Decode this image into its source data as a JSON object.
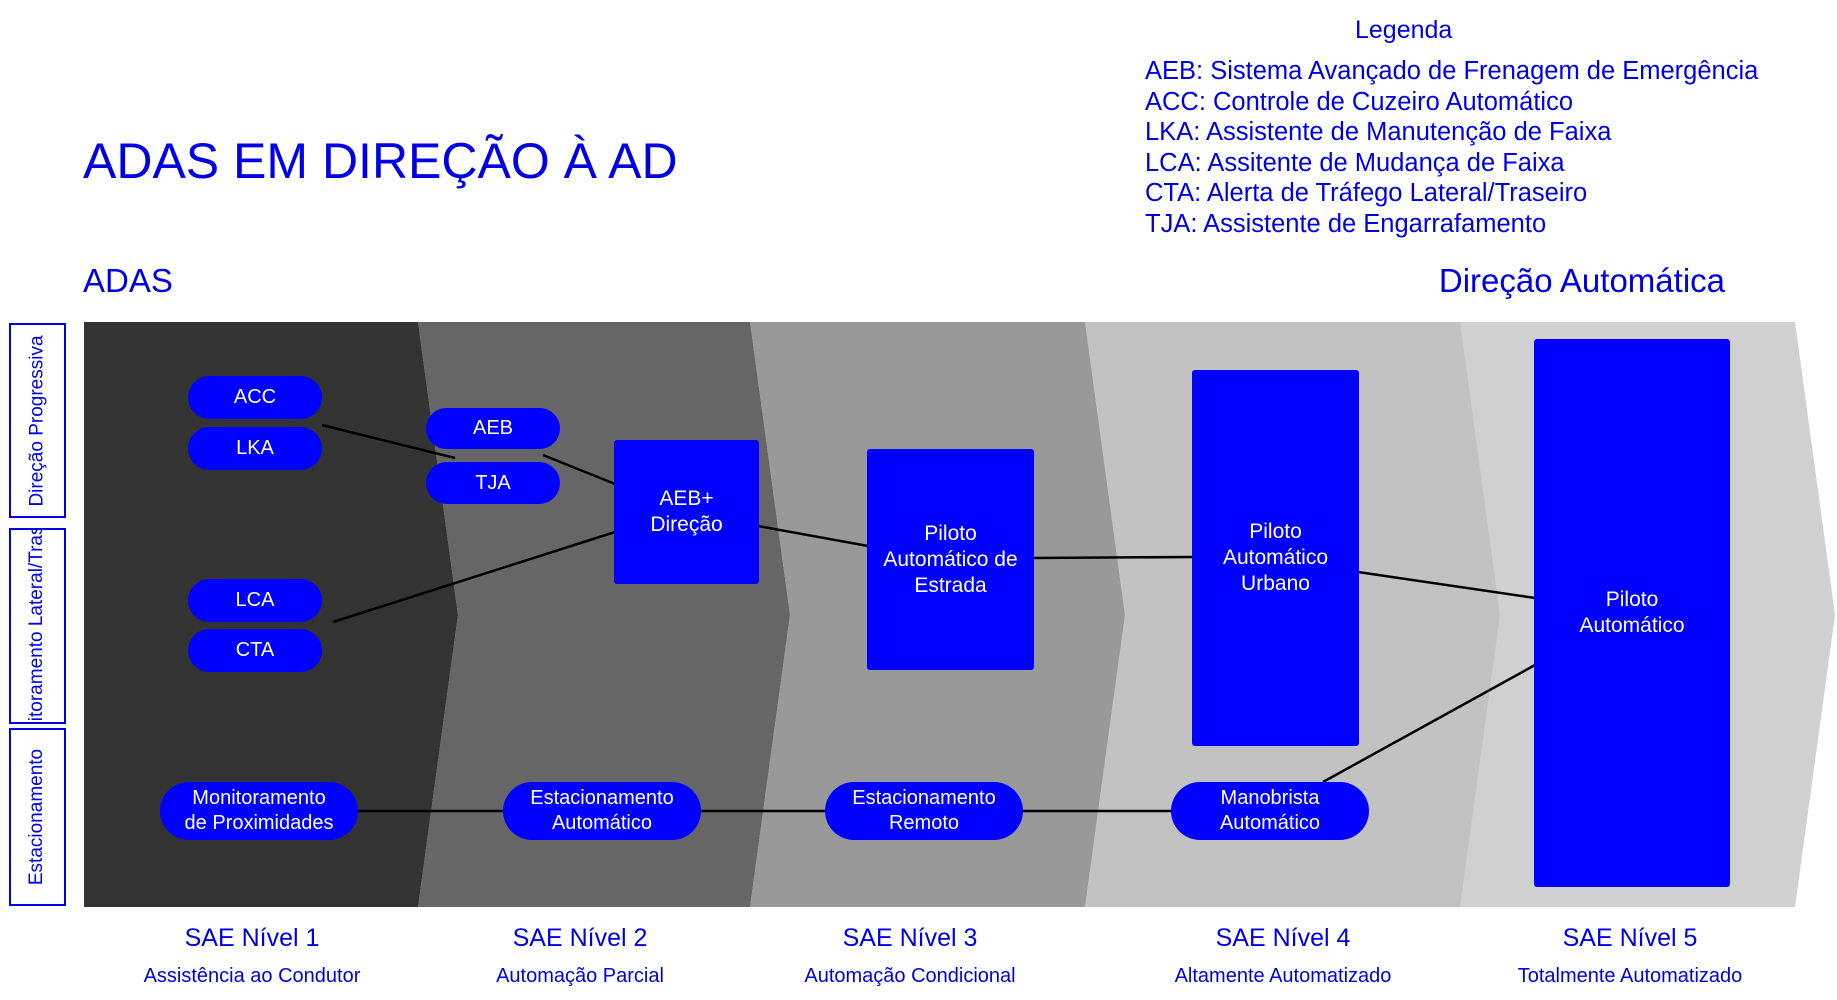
{
  "title": "ADAS EM DIREÇÃO À AD",
  "legend": {
    "title": "Legenda",
    "items": [
      "AEB: Sistema Avançado de Frenagem de Emergência",
      "ACC: Controle de Cuzeiro Automático",
      "LKA: Assistente de Manutenção de Faixa",
      "LCA: Assitente de Mudança de Faixa",
      "CTA: Alerta de Tráfego Lateral/Traseiro",
      "TJA: Assistente de Engarrafamento"
    ]
  },
  "ends": {
    "left": "ADAS",
    "right": "Direção Automática"
  },
  "rows": [
    "Direção Progressiva",
    "Monitoramento\nLateral/Traseiro",
    "Estacionamento"
  ],
  "colors": {
    "accent": "#0000e6",
    "node_fill": "#0000ff",
    "stage_fills": [
      "#333333",
      "#666666",
      "#999999",
      "#c2c2c2",
      "#d0d0d0"
    ]
  },
  "nodes": {
    "acc": "ACC",
    "lka": "LKA",
    "lca": "LCA",
    "cta": "CTA",
    "aeb": "AEB",
    "tja": "TJA",
    "aeb_direcao": "AEB+\nDireção",
    "piloto_estrada": "Piloto\nAutomático de\nEstrada",
    "piloto_urbano": "Piloto\nAutomático\nUrbano",
    "piloto_automatico": "Piloto\nAutomático",
    "monitoramento_proximidades": "Monitoramento\nde Proximidades",
    "estacionamento_automatico": "Estacionamento\nAutomático",
    "estacionamento_remoto": "Estacionamento\nRemoto",
    "manobrista_automatico": "Manobrista\nAutomático"
  },
  "levels": [
    {
      "name": "SAE Nível 1",
      "desc": "Assistência ao Condutor"
    },
    {
      "name": "SAE Nível 2",
      "desc": "Automação Parcial"
    },
    {
      "name": "SAE Nível 3",
      "desc": "Automação Condicional"
    },
    {
      "name": "SAE Nível 4",
      "desc": "Altamente Automatizado"
    },
    {
      "name": "SAE Nível 5",
      "desc": "Totalmente Automatizado"
    }
  ]
}
